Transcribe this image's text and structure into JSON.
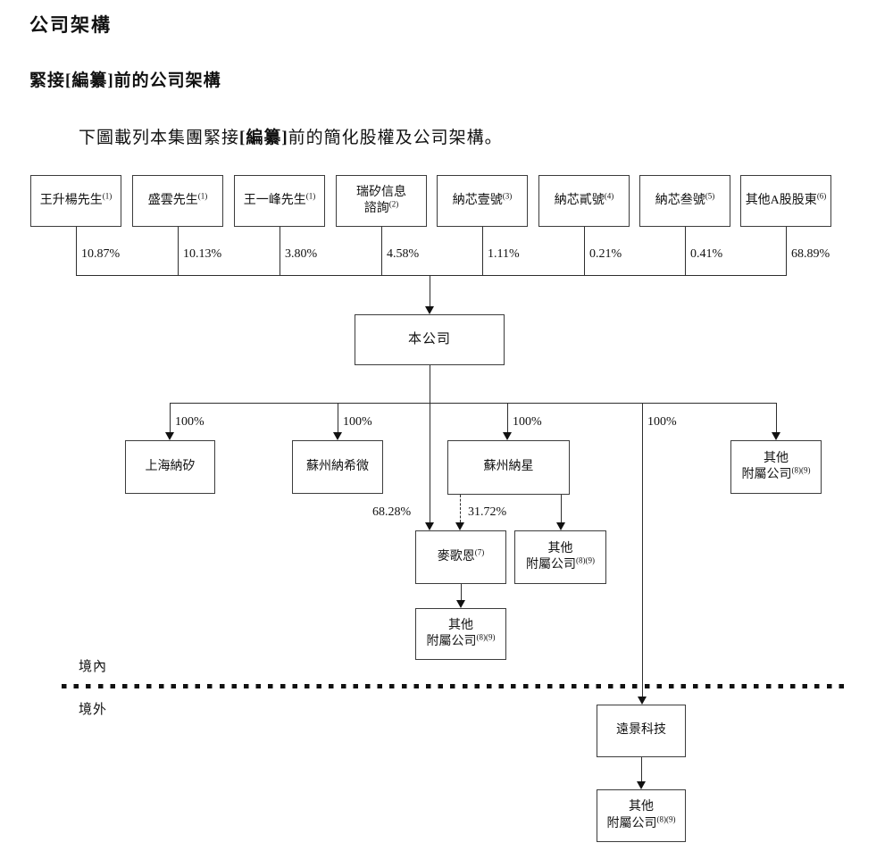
{
  "header": {
    "title": "公司架構",
    "subtitle": "緊接[編纂]前的公司架構",
    "intro_prefix": "下圖載列本集團緊接",
    "intro_bracket": "[編纂]",
    "intro_suffix": "前的簡化股權及公司架構。"
  },
  "diagram": {
    "shareholders": [
      {
        "lines": [
          "王升楊先生"
        ],
        "sup": "(1)",
        "pct": "10.87%"
      },
      {
        "lines": [
          "盛雲先生"
        ],
        "sup": "(1)",
        "pct": "10.13%"
      },
      {
        "lines": [
          "王一峰先生"
        ],
        "sup": "(1)",
        "pct": "3.80%"
      },
      {
        "lines": [
          "瑞矽信息",
          "諮詢"
        ],
        "sup": "(2)",
        "pct": "4.58%"
      },
      {
        "lines": [
          "納芯壹號"
        ],
        "sup": "(3)",
        "pct": "1.11%"
      },
      {
        "lines": [
          "納芯貳號"
        ],
        "sup": "(4)",
        "pct": "0.21%"
      },
      {
        "lines": [
          "納芯叁號"
        ],
        "sup": "(5)",
        "pct": "0.41%"
      },
      {
        "lines": [
          "其他A股股東"
        ],
        "sup": "(6)",
        "pct": "68.89%"
      }
    ],
    "company": {
      "name": "本公司"
    },
    "subsidiaries": [
      {
        "name": "上海納矽",
        "pct": "100%"
      },
      {
        "name": "蘇州納希微",
        "pct": "100%"
      },
      {
        "name": "蘇州納星",
        "pct": "100%"
      }
    ],
    "other_subsidiary": {
      "line1": "其他",
      "line2": "附屬公司",
      "sup": "(8)(9)"
    },
    "magnsemi": {
      "name": "麥歌恩",
      "sup": "(7)"
    },
    "ownership": {
      "company_to_magnsemi": "68.28%",
      "naxing_to_magnsemi": "31.72%",
      "company_to_envision": "100%"
    },
    "envision": {
      "name": "遠景科技"
    },
    "regions": {
      "domestic": "境內",
      "overseas": "境外"
    }
  }
}
